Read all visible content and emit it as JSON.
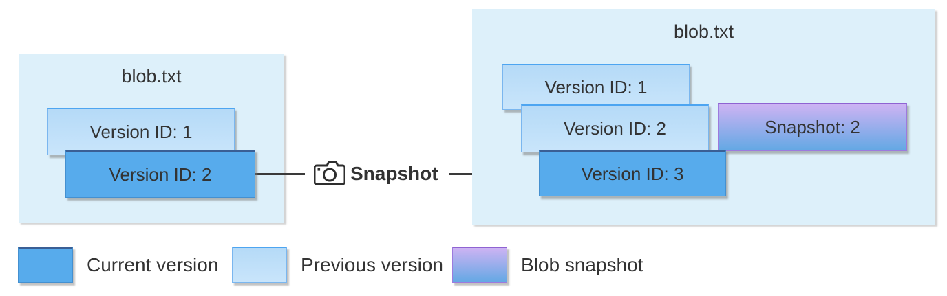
{
  "left_panel": {
    "title": "blob.txt",
    "versions": [
      {
        "label": "Version ID: 1",
        "type": "previous"
      },
      {
        "label": "Version ID: 2",
        "type": "current"
      }
    ]
  },
  "action": {
    "label": "Snapshot",
    "icon": "camera-icon"
  },
  "right_panel": {
    "title": "blob.txt",
    "versions": [
      {
        "label": "Version ID: 1",
        "type": "previous"
      },
      {
        "label": "Version ID: 2",
        "type": "previous"
      },
      {
        "label": "Version ID: 3",
        "type": "current"
      }
    ],
    "snapshot_box": {
      "label": "Snapshot: 2",
      "type": "snapshot"
    }
  },
  "legend": {
    "items": [
      {
        "label": "Current version",
        "swatch": "current",
        "color": "#57ABEC"
      },
      {
        "label": "Previous version",
        "swatch": "previous",
        "color": "#BCDDF8"
      },
      {
        "label": "Blob snapshot",
        "swatch": "snapshot",
        "color_top": "#CDB3F3",
        "color_bottom": "#63A8E4"
      }
    ]
  },
  "colors": {
    "panel_background": "#DDF0FA",
    "current_version": "#57ABEC",
    "previous_version": "#BCDDF8",
    "snapshot_gradient_top": "#CDB3F3",
    "snapshot_gradient_bottom": "#63A8E4",
    "text": "#333333",
    "arrow": "#3A3A3A"
  }
}
